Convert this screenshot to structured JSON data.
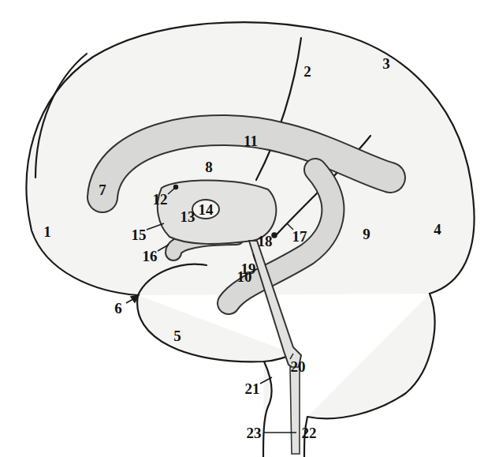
{
  "diagram": {
    "labels": [
      "1",
      "2",
      "3",
      "4",
      "5",
      "6",
      "7",
      "8",
      "9",
      "10",
      "11",
      "12",
      "13",
      "14",
      "15",
      "16",
      "17",
      "18",
      "19",
      "20",
      "21",
      "22",
      "23"
    ]
  }
}
